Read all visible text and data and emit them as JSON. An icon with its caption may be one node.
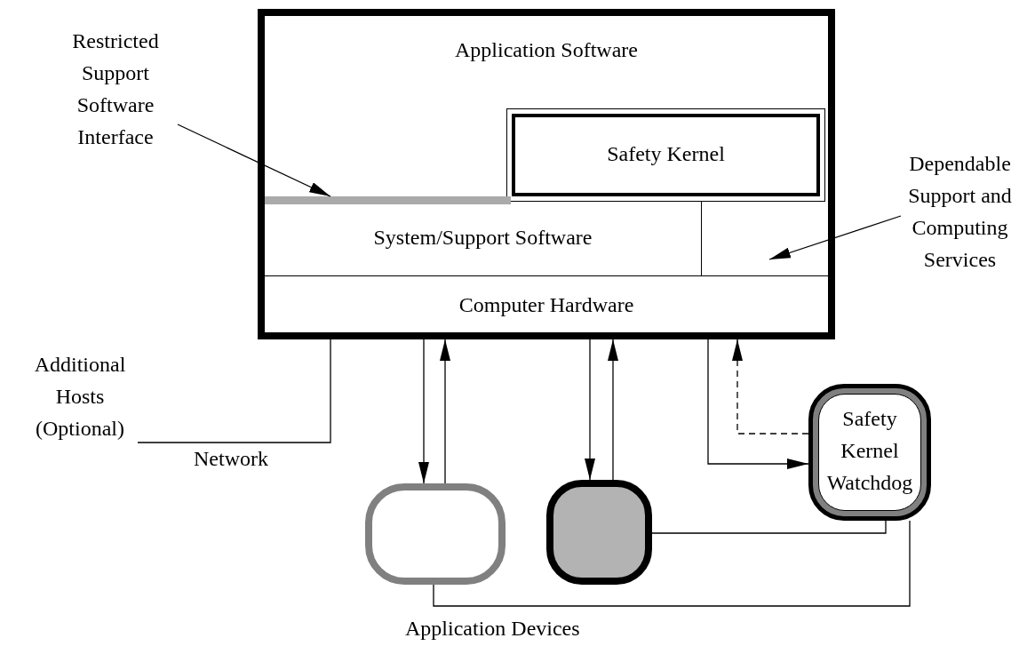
{
  "diagram": {
    "nodes": [
      {
        "text": [
          "Application Software"
        ]
      },
      {
        "text": [
          "Safety Kernel"
        ],
        "in": 0
      },
      {
        "text": [
          "System/Support Software"
        ],
        "in": 0
      },
      {
        "text": [],
        "shape": "box",
        "in": 0
      },
      {
        "text": [
          "Computer Hardware"
        ],
        "in": 0
      },
      {
        "text": [],
        "shape": "bar",
        "in": 0
      },
      {
        "text": [
          "Restricted Support Software Interface"
        ]
      },
      {
        "text": [
          "Dependable Support and Computing Services"
        ]
      },
      {
        "text": [
          "Additional Hosts (Optional)"
        ]
      },
      {
        "text": [],
        "shape": "box"
      },
      {
        "text": [],
        "shape": "box"
      },
      {
        "text": [
          "Safety Kernel Watchdog"
        ]
      }
    ],
    "edges": [
      {
        "from": 6,
        "to": 5,
        "arrow": "to"
      },
      {
        "from": 7,
        "to": 3,
        "arrow": "to"
      },
      {
        "from": 8,
        "to": 0,
        "arrow": "none"
      },
      {
        "from": 0,
        "to": 9,
        "arrow": "to"
      },
      {
        "from": 9,
        "to": 0,
        "arrow": "to"
      },
      {
        "from": 0,
        "to": 10,
        "arrow": "to"
      },
      {
        "from": 10,
        "to": 0,
        "arrow": "to"
      },
      {
        "from": 0,
        "to": 11,
        "arrow": "to"
      },
      {
        "from": 11,
        "to": 0,
        "arrow": "to",
        "style": "dashed"
      },
      {
        "from": 10,
        "to": 11,
        "arrow": "none"
      },
      {
        "from": 9,
        "to": 11,
        "arrow": "none"
      }
    ],
    "labels": [
      "Network",
      "Application Devices"
    ]
  }
}
